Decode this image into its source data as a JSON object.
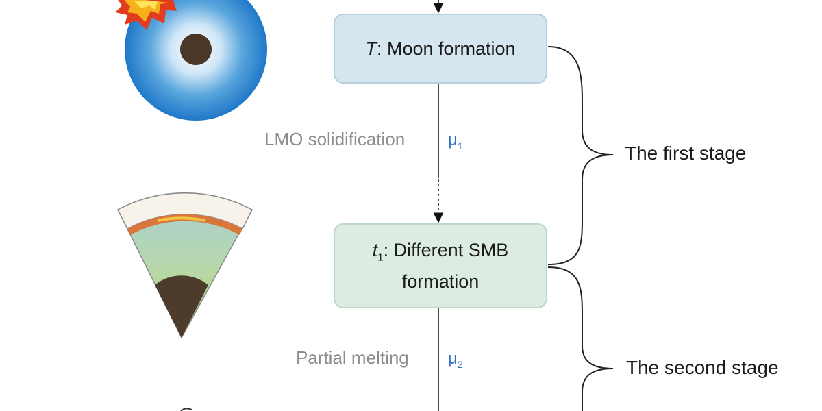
{
  "box1": {
    "var": "T",
    "text": ": Moon formation"
  },
  "box2": {
    "var": "t",
    "sub": "1",
    "line1": ": Different SMB",
    "line2": "formation"
  },
  "process1": {
    "label": "LMO solidification",
    "mu": "μ",
    "sub": "1"
  },
  "process2": {
    "label": "Partial melting",
    "mu": "μ",
    "sub": "2"
  },
  "stage1": "The first stage",
  "stage2": "The second stage",
  "colors": {
    "box1_fill": "#d6e6ef",
    "box2_fill": "#dcece2",
    "mu": "#2e6fc0",
    "process_label": "#8c8c8c"
  }
}
